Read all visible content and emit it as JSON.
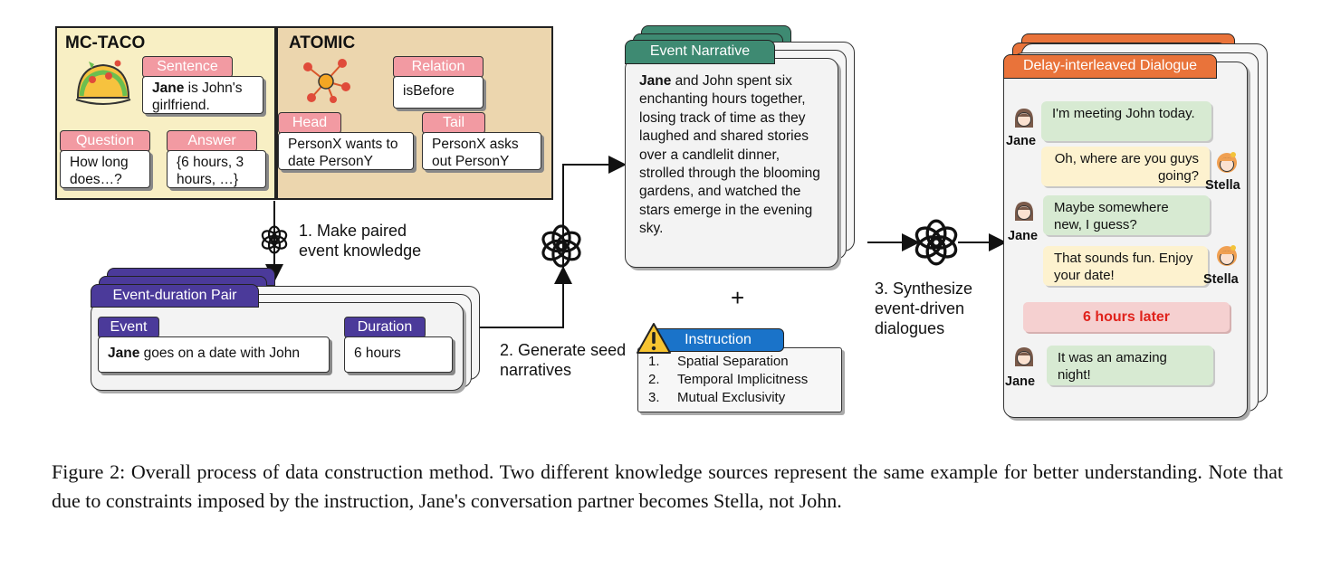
{
  "mctaco": {
    "title": "MC-TACO",
    "sentence_tag": "Sentence",
    "sentence_bold": "Jane",
    "sentence_rest": " is John's girlfriend.",
    "question_tag": "Question",
    "question_text": "How long does…?",
    "answer_tag": "Answer",
    "answer_text": "{6 hours, 3 hours, …}"
  },
  "atomic": {
    "title": "ATOMIC",
    "relation_tag": "Relation",
    "relation_text": "isBefore",
    "head_tag": "Head",
    "head_text": "PersonX wants to date PersonY",
    "tail_tag": "Tail",
    "tail_text": "PersonX asks out PersonY"
  },
  "steps": {
    "step1": "1. Make paired event knowledge",
    "step2": "2. Generate seed narratives",
    "step3": "3. Synthesize event-driven dialogues"
  },
  "pair": {
    "header": "Event-duration Pair",
    "event_tag": "Event",
    "event_bold": "Jane",
    "event_rest": " goes on a date with John",
    "duration_tag": "Duration",
    "duration_text": "6 hours"
  },
  "narrative": {
    "header": "Event Narrative",
    "bold": "Jane",
    "text": " and John spent six enchanting hours together, losing track of time as they laughed and shared stories over a candlelit dinner, strolled through the blooming gardens, and watched the stars emerge in the evening sky."
  },
  "plus": "+",
  "instruction": {
    "header": "Instruction",
    "items": [
      {
        "num": "1.",
        "text": "Spatial Separation"
      },
      {
        "num": "2.",
        "text": "Temporal Implicitness"
      },
      {
        "num": "3.",
        "text": "Mutual Exclusivity"
      }
    ]
  },
  "dialogue": {
    "header": "Delay-interleaved Dialogue",
    "turns": [
      {
        "speaker": "Jane",
        "text": "I'm meeting John today."
      },
      {
        "speaker": "Stella",
        "text": "Oh, where are you guys going?"
      },
      {
        "speaker": "Jane",
        "text": "Maybe somewhere new, I guess?"
      },
      {
        "speaker": "Stella",
        "text": "That sounds fun. Enjoy your date!"
      },
      {
        "speaker": "Jane",
        "text": "It was an amazing night!"
      }
    ],
    "delay": "6 hours later"
  },
  "caption": "Figure 2: Overall process of data construction method. Two different knowledge sources represent the same example for better understanding. Note that due to constraints imposed by the instruction, Jane's conversation partner becomes Stella, not John.",
  "colors": {
    "mctaco_bg": "#f8efc4",
    "atomic_bg": "#ecd6ae",
    "pink": "#f29aa2",
    "purple": "#4b3a9a",
    "green": "#3e8a72",
    "orange": "#e9733a",
    "blue": "#1a73c9",
    "delay_red": "#e0221c"
  }
}
